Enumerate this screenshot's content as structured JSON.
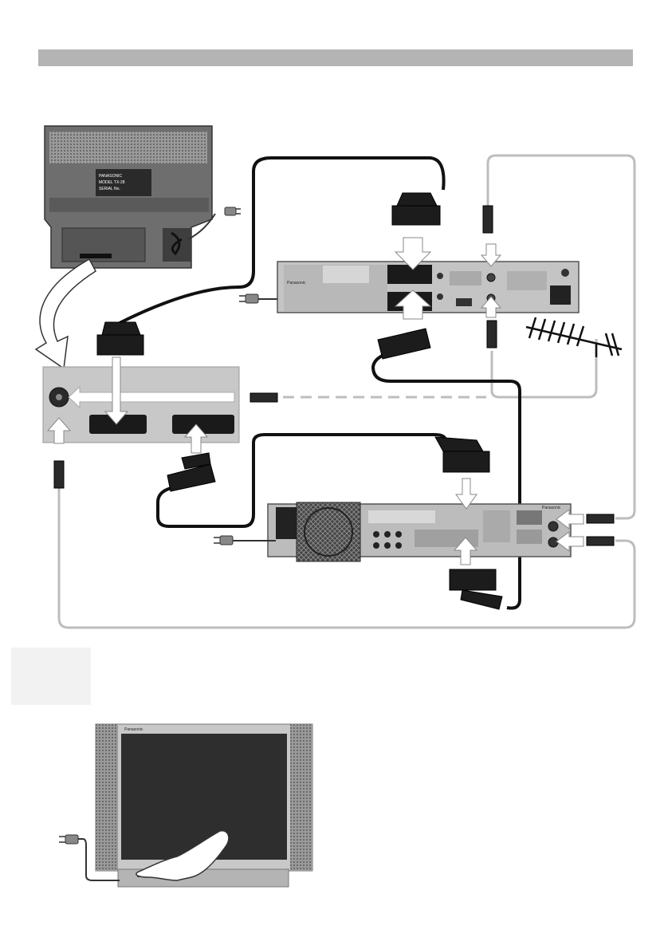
{
  "colors": {
    "title_bar": "#b4b4b4",
    "device_dark": "#5a5a5a",
    "device_light": "#c8c8c8",
    "scart_cable": "#111111",
    "rf_cable": "#bdbdbd",
    "signal_arrow": "#ffffff"
  },
  "icons": [
    "tv-rear-icon",
    "scart-plug-icon",
    "power-plug-icon",
    "rf-plug-icon",
    "antenna-icon",
    "fan-icon",
    "hand-pointer-icon"
  ],
  "devices": [
    {
      "name": "tv-rear",
      "label": "PANASONIC"
    },
    {
      "name": "set-top-box",
      "label": "Panasonic"
    },
    {
      "name": "dvd-recorder",
      "label": "Panasonic"
    },
    {
      "name": "tv-front",
      "label": "Panasonic"
    }
  ],
  "tv_label_lines": [
    "PANASONIC",
    "MODEL TX-28",
    "SERIAL No."
  ]
}
